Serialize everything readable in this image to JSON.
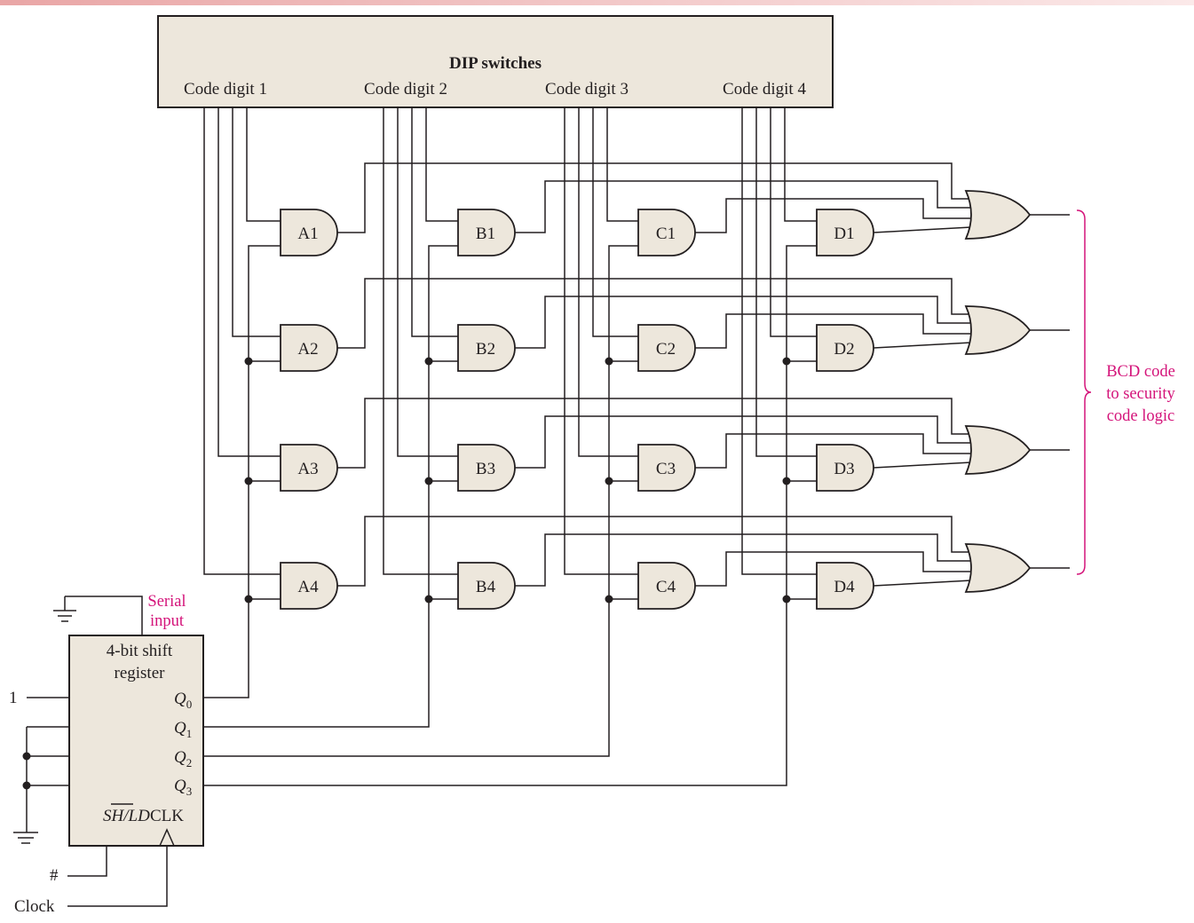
{
  "colors": {
    "accent": "#d4147a",
    "component_fill": "#ede7dc",
    "line": "#231f20",
    "top_bar": "#e9a6a6"
  },
  "dip": {
    "title": "DIP switches",
    "digits": [
      "Code digit 1",
      "Code digit 2",
      "Code digit 3",
      "Code digit 4"
    ]
  },
  "and_gates": [
    [
      "A1",
      "A2",
      "A3",
      "A4"
    ],
    [
      "B1",
      "B2",
      "B3",
      "B4"
    ],
    [
      "C1",
      "C2",
      "C3",
      "C4"
    ],
    [
      "D1",
      "D2",
      "D3",
      "D4"
    ]
  ],
  "bracket_label": [
    "BCD code",
    "to security",
    "code logic"
  ],
  "shift_register": {
    "title_line1": "4-bit shift",
    "title_line2": "register",
    "q_letter": "Q",
    "q_subscripts": [
      "0",
      "1",
      "2",
      "3"
    ],
    "shld_prefix": "SH/",
    "shld_overbar": "LD",
    "clk": "CLK"
  },
  "serial_input": [
    "Serial",
    "input"
  ],
  "inputs": {
    "one": "1",
    "hash": "#",
    "clock": "Clock"
  }
}
